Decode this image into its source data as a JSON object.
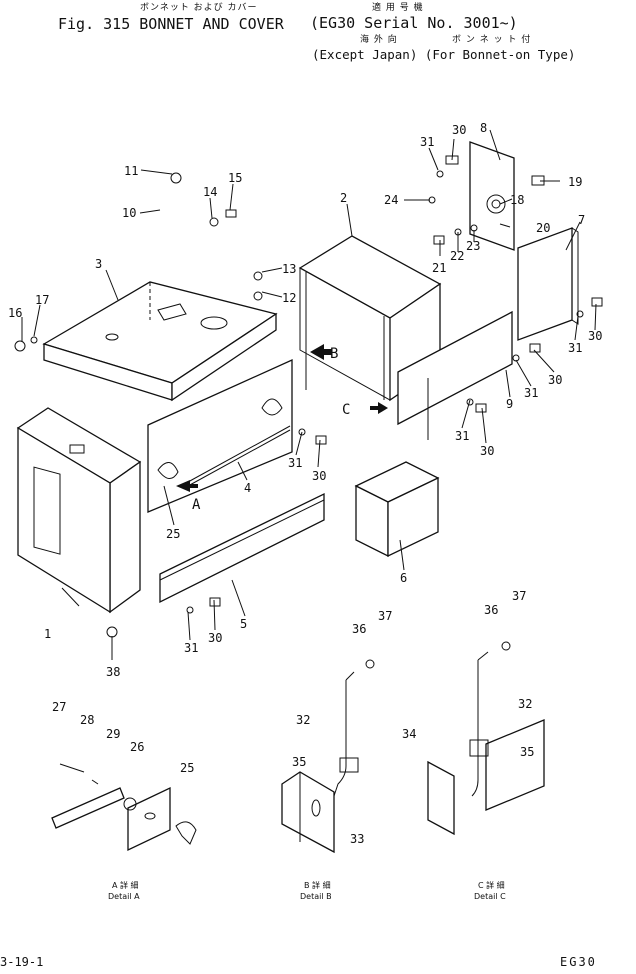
{
  "header": {
    "jp_title": "ボンネット および カバー",
    "fig_title": "Fig. 315  BONNET AND COVER",
    "jp_serial": "適 用 号 機",
    "serial": "(EG30 Serial No. 3001~)",
    "jp_except": "海 外 向",
    "jp_bonnet": "ボ ン ネ ッ ト 付",
    "applicability": "(Except Japan) (For Bonnet-on Type)"
  },
  "view_labels": {
    "a": "A",
    "b": "B",
    "c": "C"
  },
  "callouts": [
    {
      "id": "c1",
      "text": "1"
    },
    {
      "id": "c2",
      "text": "2"
    },
    {
      "id": "c3",
      "text": "3"
    },
    {
      "id": "c4",
      "text": "4"
    },
    {
      "id": "c5",
      "text": "5"
    },
    {
      "id": "c6",
      "text": "6"
    },
    {
      "id": "c7",
      "text": "7"
    },
    {
      "id": "c8",
      "text": "8"
    },
    {
      "id": "c9",
      "text": "9"
    },
    {
      "id": "c10",
      "text": "10"
    },
    {
      "id": "c11",
      "text": "11"
    },
    {
      "id": "c12",
      "text": "12"
    },
    {
      "id": "c13",
      "text": "13"
    },
    {
      "id": "c14",
      "text": "14"
    },
    {
      "id": "c15",
      "text": "15"
    },
    {
      "id": "c16",
      "text": "16"
    },
    {
      "id": "c17",
      "text": "17"
    },
    {
      "id": "c18",
      "text": "18"
    },
    {
      "id": "c19",
      "text": "19"
    },
    {
      "id": "c20",
      "text": "20"
    },
    {
      "id": "c21",
      "text": "21"
    },
    {
      "id": "c22",
      "text": "22"
    },
    {
      "id": "c23",
      "text": "23"
    },
    {
      "id": "c24",
      "text": "24"
    },
    {
      "id": "c25",
      "text": "25"
    },
    {
      "id": "c26",
      "text": "26"
    },
    {
      "id": "c27",
      "text": "27"
    },
    {
      "id": "c28",
      "text": "28"
    },
    {
      "id": "c29",
      "text": "29"
    },
    {
      "id": "c30",
      "text": "30"
    },
    {
      "id": "c31",
      "text": "31"
    },
    {
      "id": "c32",
      "text": "32"
    },
    {
      "id": "c33",
      "text": "33"
    },
    {
      "id": "c34",
      "text": "34"
    },
    {
      "id": "c35",
      "text": "35"
    },
    {
      "id": "c36",
      "text": "36"
    },
    {
      "id": "c37",
      "text": "37"
    },
    {
      "id": "c38",
      "text": "38"
    }
  ],
  "details": {
    "a_jp": "A 詳 細",
    "a_en": "Detail A",
    "b_jp": "B 詳 細",
    "b_en": "Detail B",
    "c_jp": "C 詳 細",
    "c_en": "Detail C"
  },
  "footer": {
    "page": "3-19-1",
    "model": "EG30"
  }
}
